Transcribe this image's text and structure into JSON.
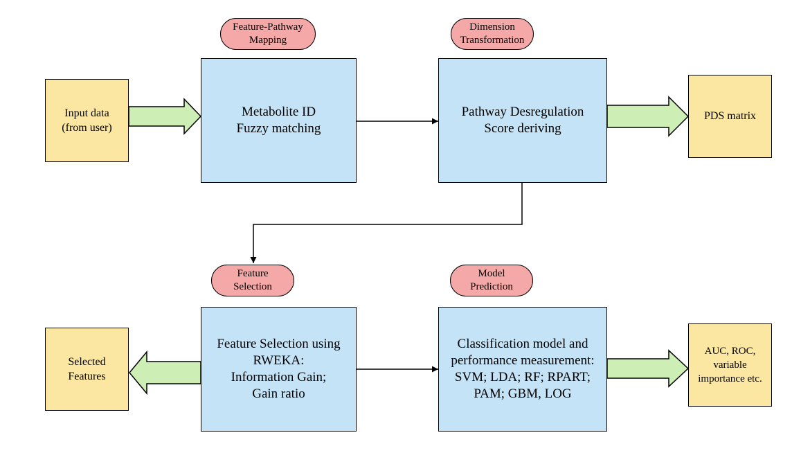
{
  "colors": {
    "process_fill": "#c5e3f6",
    "io_fill": "#fbe6a2",
    "label_fill": "#f4a9a8",
    "arrow_fill": "#cdeeb4"
  },
  "labels": {
    "feature_pathway_mapping": "Feature-Pathway\nMapping",
    "dimension_transformation": "Dimension\nTransformation",
    "feature_selection": "Feature\nSelection",
    "model_prediction": "Model\nPrediction"
  },
  "boxes": {
    "input_data": "Input data\n(from user)",
    "metabolite_id": "Metabolite ID\nFuzzy matching",
    "pathway_desregulation": "Pathway Desregulation\nScore deriving",
    "pds_matrix": "PDS matrix",
    "selected_features": "Selected\nFeatures",
    "feature_selection_rweka": "Feature Selection using\nRWEKA:\nInformation Gain;\nGain ratio",
    "classification_model": "Classification model and\nperformance measurement:\nSVM; LDA; RF; RPART;\nPAM; GBM, LOG",
    "auc_roc": "AUC, ROC,\nvariable\nimportance etc."
  }
}
